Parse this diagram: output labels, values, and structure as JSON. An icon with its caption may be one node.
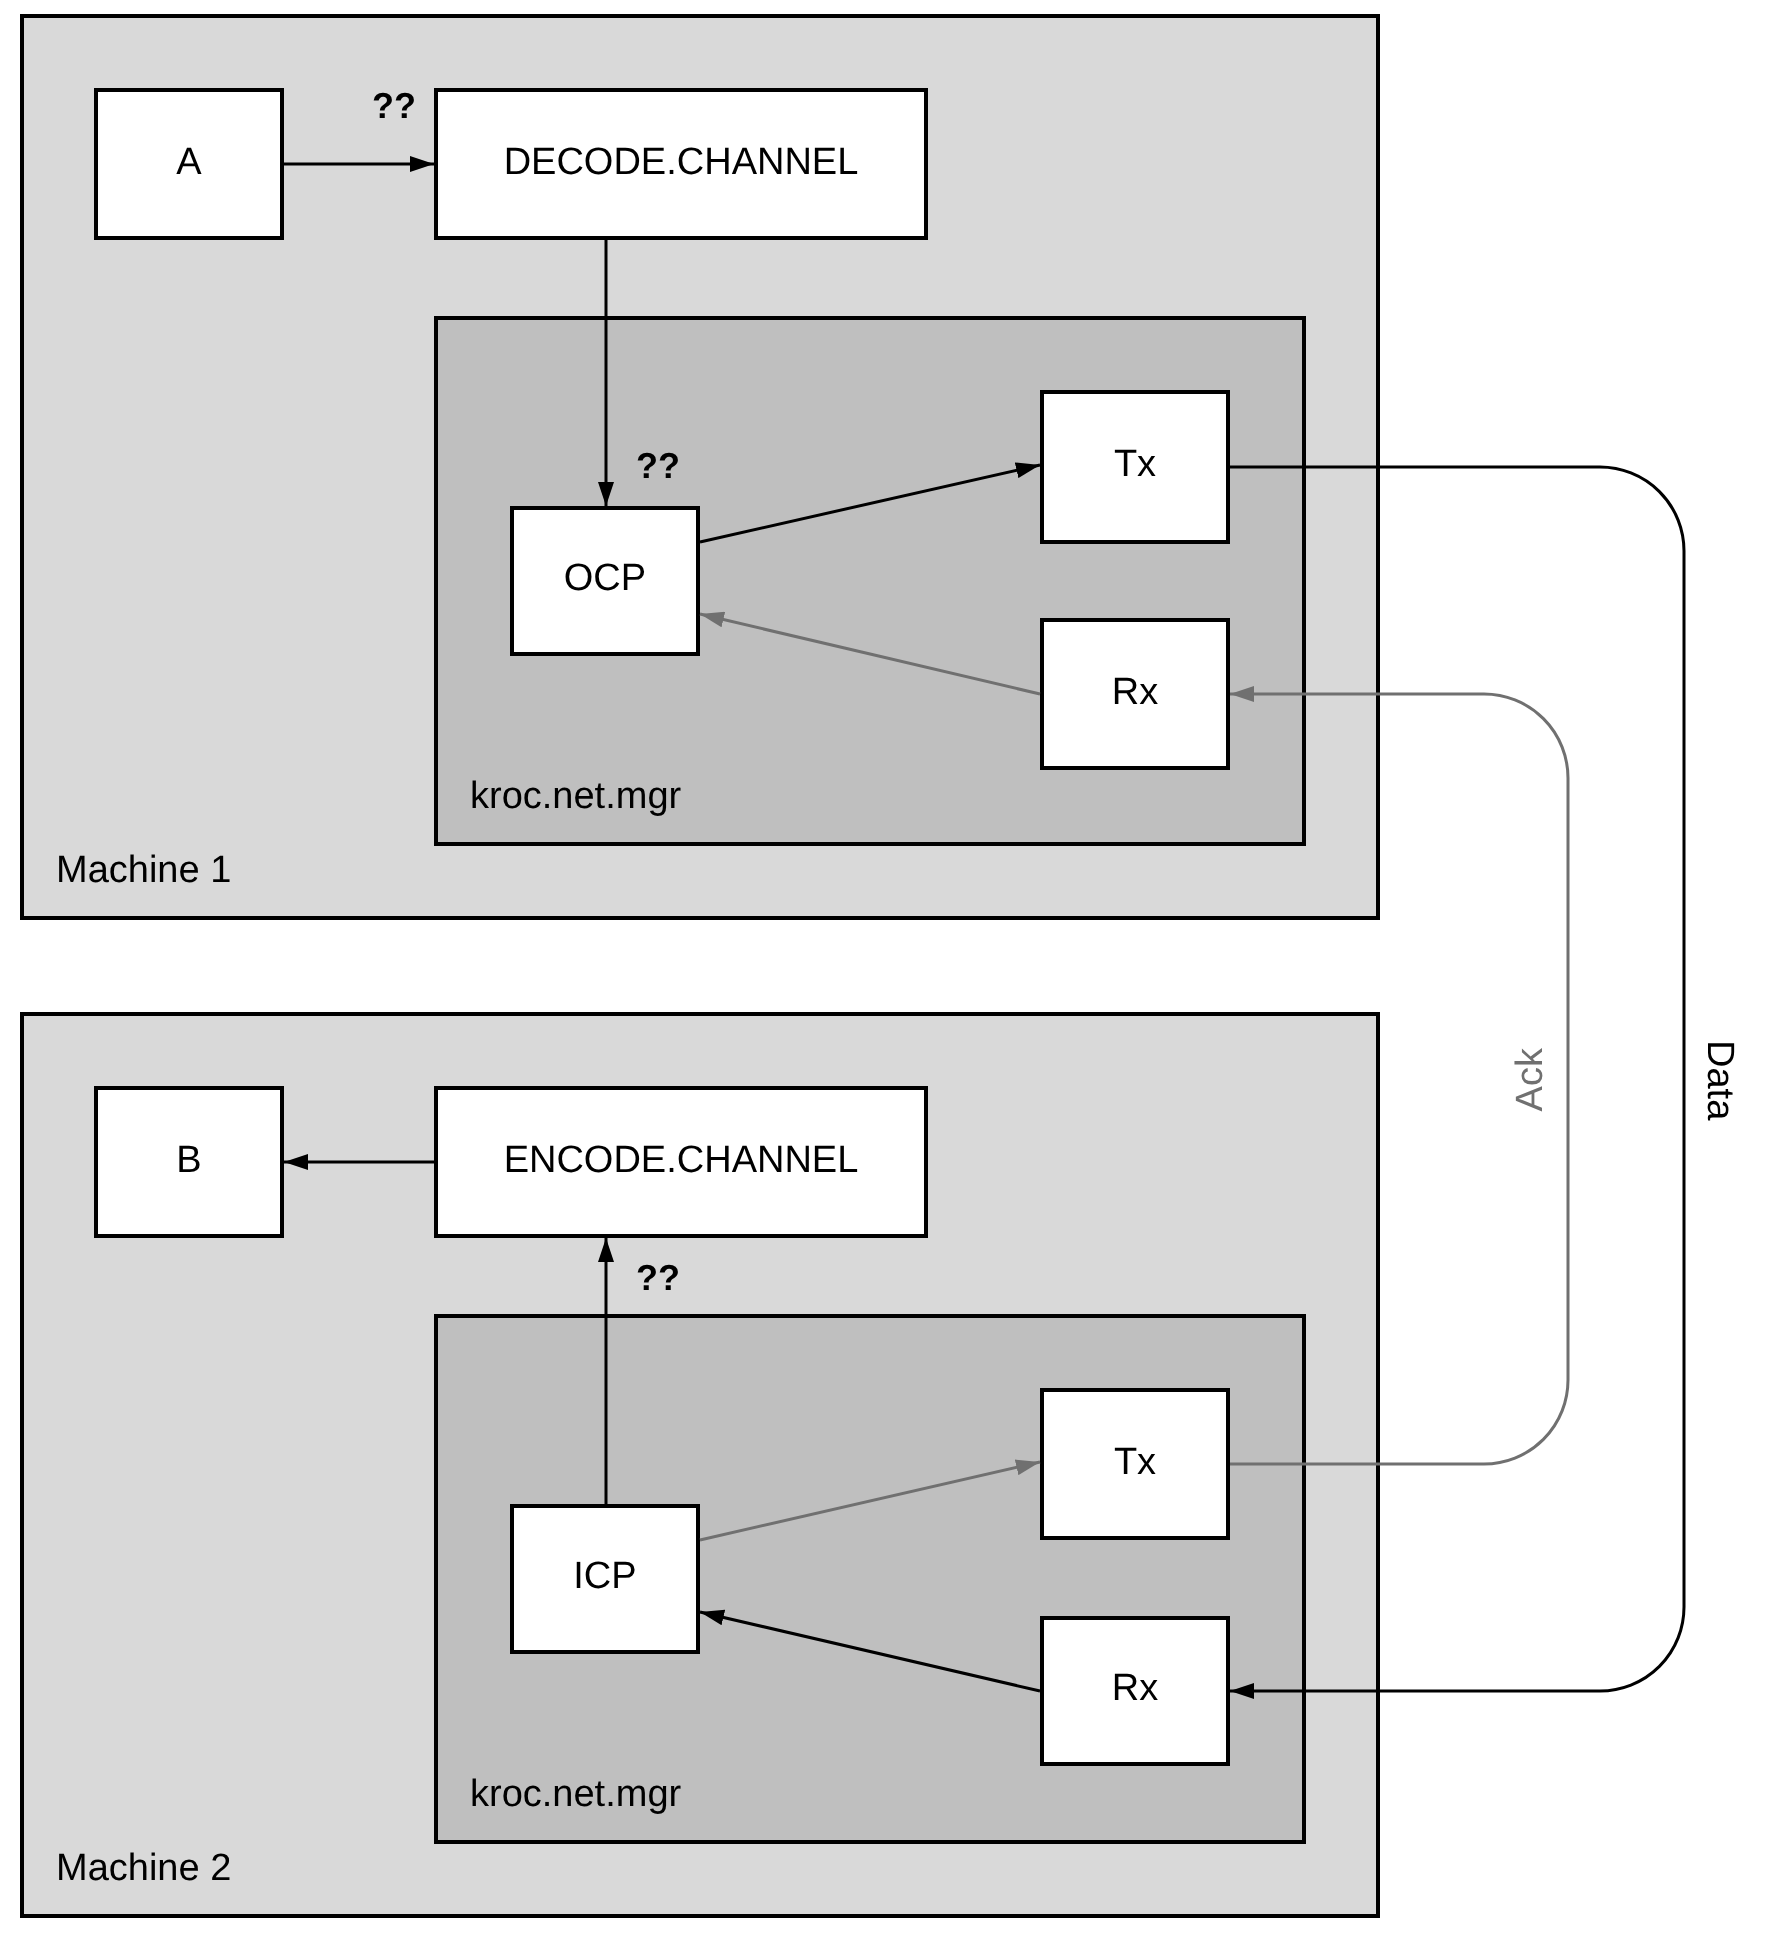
{
  "diagram": {
    "nodes": [
      {
        "text": [
          "Machine 1"
        ]
      },
      {
        "text": [
          "A"
        ],
        "in": 0
      },
      {
        "text": [
          "DECODE.CHANNEL"
        ],
        "in": 0
      },
      {
        "text": [
          "kroc.net.mgr"
        ],
        "in": 0
      },
      {
        "text": [
          "OCP"
        ],
        "in": 3
      },
      {
        "text": [
          "Tx"
        ],
        "in": 3
      },
      {
        "text": [
          "Rx"
        ],
        "in": 3
      },
      {
        "text": [
          "Machine 2"
        ]
      },
      {
        "text": [
          "B"
        ],
        "in": 7
      },
      {
        "text": [
          "ENCODE.CHANNEL"
        ],
        "in": 7
      },
      {
        "text": [
          "kroc.net.mgr"
        ],
        "in": 7
      },
      {
        "text": [
          "ICP"
        ],
        "in": 10
      },
      {
        "text": [
          "Tx"
        ],
        "in": 10
      },
      {
        "text": [
          "Rx"
        ],
        "in": 10
      }
    ],
    "edges": [
      {
        "from": 1,
        "to": 2,
        "arrow": "to",
        "label": "??"
      },
      {
        "from": 2,
        "to": 4,
        "arrow": "to",
        "label": "??"
      },
      {
        "from": 4,
        "to": 5,
        "arrow": "to"
      },
      {
        "from": 6,
        "to": 4,
        "arrow": "to",
        "color": "#707070"
      },
      {
        "from": 5,
        "to": 13,
        "arrow": "to",
        "label": "Data"
      },
      {
        "from": 12,
        "to": 6,
        "arrow": "to",
        "label": "Ack",
        "color": "#707070"
      },
      {
        "from": 11,
        "to": 9,
        "arrow": "to",
        "label": "??"
      },
      {
        "from": 9,
        "to": 8,
        "arrow": "to"
      },
      {
        "from": 11,
        "to": 12,
        "arrow": "to",
        "color": "#707070"
      },
      {
        "from": 13,
        "to": 11,
        "arrow": "to"
      }
    ]
  }
}
